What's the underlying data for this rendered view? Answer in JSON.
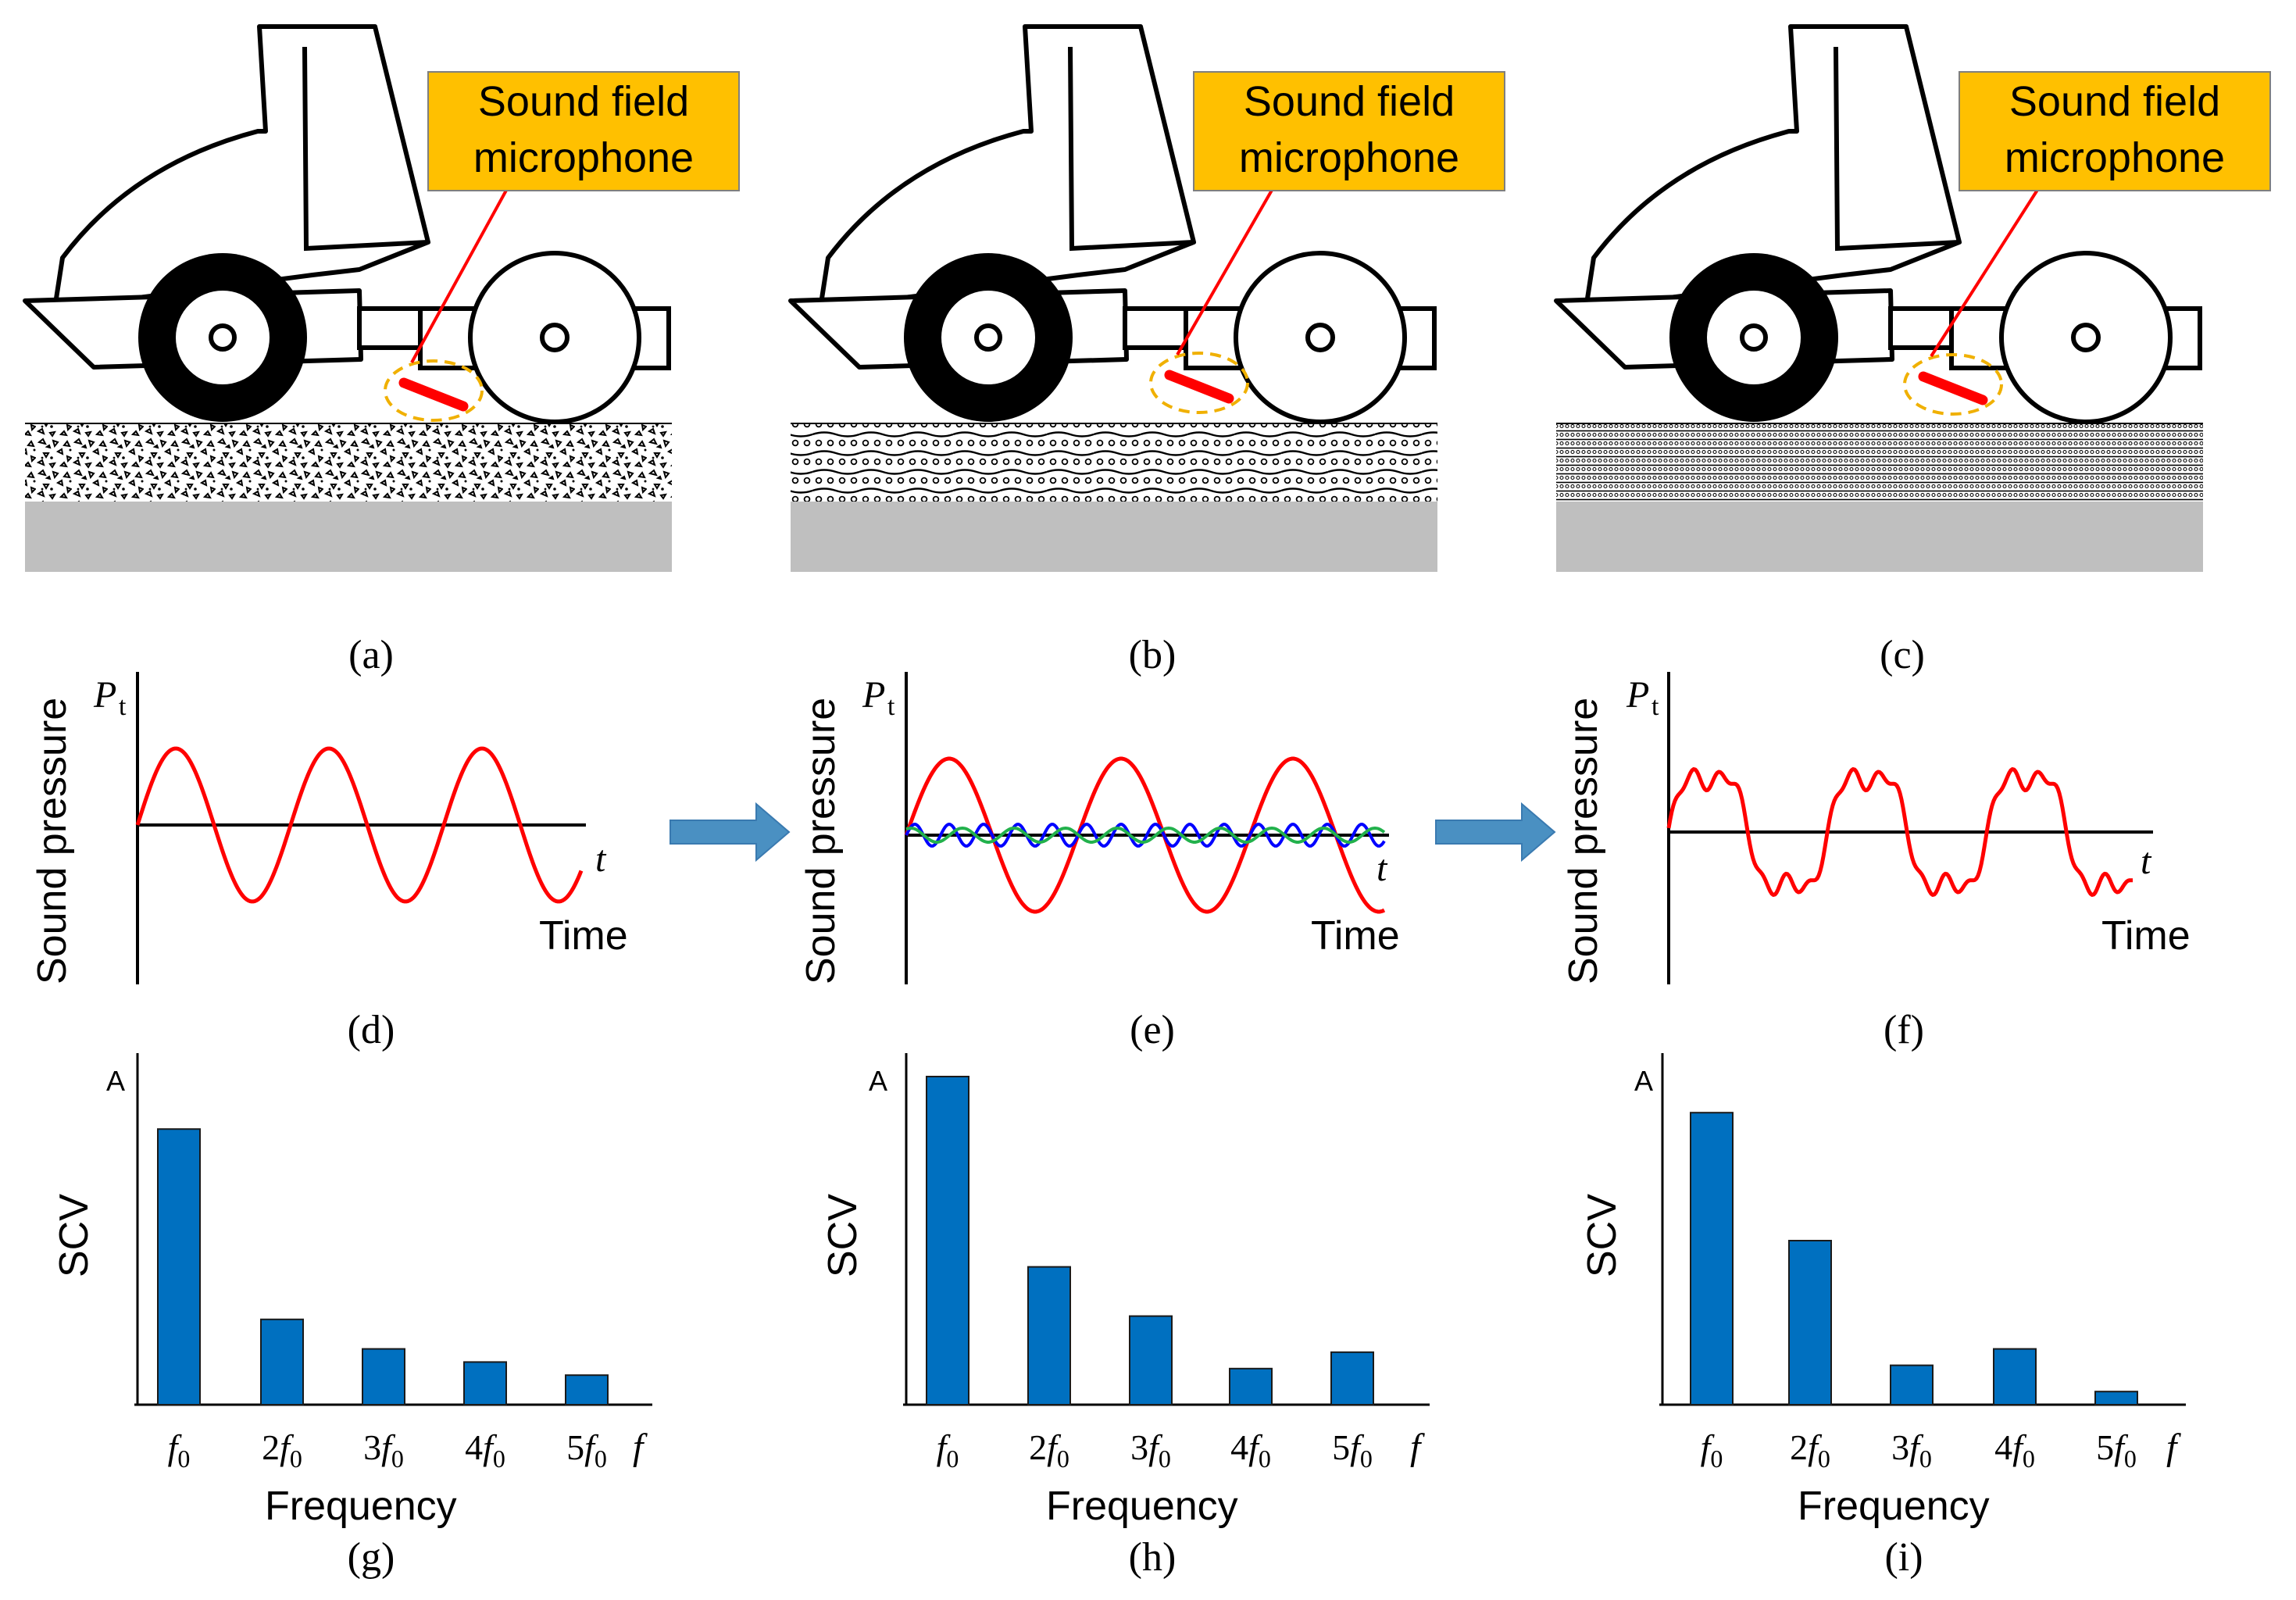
{
  "colors": {
    "callout_fill": "#FFC000",
    "leader_line": "#FF0000",
    "microphone": "#FF0000",
    "microphone_ring": "#F0B000",
    "bars": "#0070C0",
    "arrow": "#4A90C2",
    "wave_fundamental": "#FF0000",
    "wave_harmonic_a": "#0000FF",
    "wave_harmonic_b": "#22B14C",
    "base_layer": "#BFBFBF"
  },
  "roller_panels": [
    {
      "callout_line1": "Sound field",
      "callout_line2": "microphone",
      "caption": "(a)",
      "surface": "coarse-aggregate"
    },
    {
      "callout_line1": "Sound field",
      "callout_line2": "microphone",
      "caption": "(b)",
      "surface": "wavy-layers"
    },
    {
      "callout_line1": "Sound field",
      "callout_line2": "microphone",
      "caption": "(c)",
      "surface": "dense-layers"
    }
  ],
  "time_panels": [
    {
      "caption": "(d)",
      "ylabel": "Sound pressure",
      "y_symbol": "P",
      "y_sub": "t",
      "x_symbol": "t",
      "xlabel": "Time",
      "waves": [
        "fundamental"
      ]
    },
    {
      "caption": "(e)",
      "ylabel": "Sound pressure",
      "y_symbol": "P",
      "y_sub": "t",
      "x_symbol": "t",
      "xlabel": "Time",
      "waves": [
        "fundamental",
        "harmonic_a",
        "harmonic_b"
      ]
    },
    {
      "caption": "(f)",
      "ylabel": "Sound pressure",
      "y_symbol": "P",
      "y_sub": "t",
      "x_symbol": "t",
      "xlabel": "Time",
      "waves": [
        "composite"
      ]
    }
  ],
  "chart_data": [
    {
      "type": "bar",
      "caption": "(g)",
      "ylabel": "SCV",
      "ymax_label": "A",
      "xlabel": "Frequency",
      "x_symbol": "f",
      "categories": [
        "f0",
        "2f0",
        "3f0",
        "4f0",
        "5f0"
      ],
      "values": [
        0.84,
        0.26,
        0.17,
        0.13,
        0.09
      ],
      "ylim": [
        0,
        1
      ]
    },
    {
      "type": "bar",
      "caption": "(h)",
      "ylabel": "SCV",
      "ymax_label": "A",
      "xlabel": "Frequency",
      "x_symbol": "f",
      "categories": [
        "f0",
        "2f0",
        "3f0",
        "4f0",
        "5f0"
      ],
      "values": [
        1.0,
        0.42,
        0.27,
        0.11,
        0.16
      ],
      "ylim": [
        0,
        1
      ]
    },
    {
      "type": "bar",
      "caption": "(i)",
      "ylabel": "SCV",
      "ymax_label": "A",
      "xlabel": "Frequency",
      "x_symbol": "f",
      "categories": [
        "f0",
        "2f0",
        "3f0",
        "4f0",
        "5f0"
      ],
      "values": [
        0.89,
        0.5,
        0.12,
        0.17,
        0.04
      ],
      "ylim": [
        0,
        1
      ]
    }
  ]
}
